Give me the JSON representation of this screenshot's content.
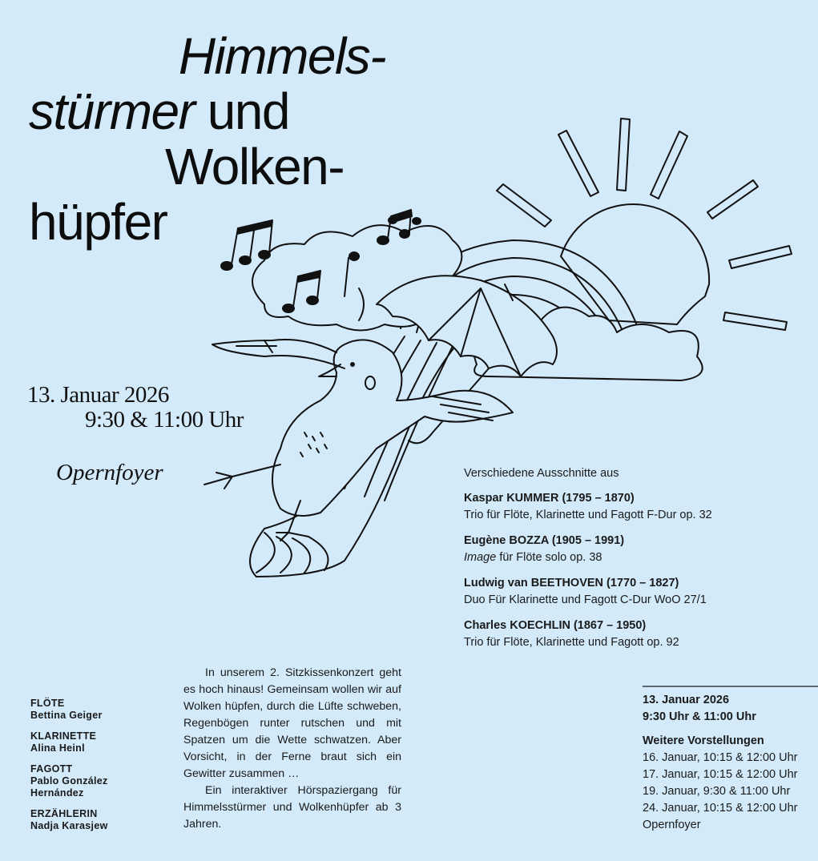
{
  "title": {
    "line1": "Himmels-",
    "line2_italic": "stürmer",
    "line2_rest": " und",
    "line3": "Wolken-",
    "line4": "hüpfer"
  },
  "event": {
    "date": "13. Januar 2026",
    "times": "9:30 & 11:00 Uhr",
    "venue": "Opernfoyer"
  },
  "program": {
    "intro": "Verschiedene Ausschnitte aus",
    "works": [
      {
        "composer": "Kaspar KUMMER (1795 – 1870)",
        "title_italic": "",
        "title": "Trio für Flöte, Klarinette und Fagott F-Dur op. 32"
      },
      {
        "composer": "Eugène BOZZA (1905 – 1991)",
        "title_italic": "Image",
        "title": " für Flöte solo op. 38"
      },
      {
        "composer": "Ludwig van BEETHOVEN (1770 – 1827)",
        "title_italic": "",
        "title": "Duo Für Klarinette und Fagott C-Dur WoO 27/1"
      },
      {
        "composer": "Charles KOECHLIN (1867 – 1950)",
        "title_italic": "",
        "title": "Trio für Flöte, Klarinette und Fagott op. 92"
      }
    ]
  },
  "cast": [
    {
      "role": "FLÖTE",
      "name": "Bettina Geiger"
    },
    {
      "role": "KLARINETTE",
      "name": "Alina Heinl"
    },
    {
      "role": "FAGOTT",
      "name": "Pablo González Hernández"
    },
    {
      "role": "ERZÄHLERIN",
      "name": "Nadja Karasjew"
    }
  ],
  "description": {
    "p1": "In unserem 2. Sitzkissenkonzert geht es hoch hinaus! Gemeinsam wollen wir auf Wolken hüpfen, durch die Lüfte schweben, Regenbögen runter rutschen und mit Spatzen um die Wette schwatzen. Aber Vorsicht, in der Ferne braut sich ein Gewitter zusammen …",
    "p2": "Ein interaktiver Hörspaziergang für Himmelsstürmer und Wolkenhüpfer ab 3 Jahren."
  },
  "schedule": {
    "date": "13. Januar 2026",
    "times": "9:30 Uhr & 11:00 Uhr",
    "more_heading": "Weitere Vorstellungen",
    "more": [
      "16. Januar, 10:15 & 12:00 Uhr",
      "17. Januar, 10:15 & 12:00 Uhr",
      "19. Januar, 9:30 & 11:00 Uhr",
      "24. Januar, 10:15 & 12:00 Uhr"
    ],
    "venue": "Opernfoyer"
  },
  "colors": {
    "background": "#d3eafa",
    "ink": "#111111"
  }
}
